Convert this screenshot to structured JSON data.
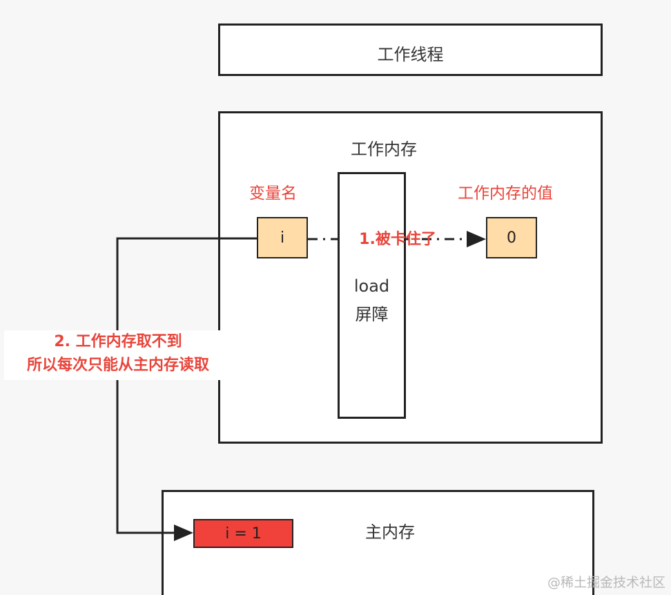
{
  "worker_thread": {
    "title": "工作线程"
  },
  "working_memory": {
    "title": "工作内存",
    "var_name_header": "变量名",
    "value_header": "工作内存的值",
    "variable": "i",
    "value": "0",
    "barrier_line1": "load",
    "barrier_line2": "屏障",
    "annotation_blocked": "1.被卡住了"
  },
  "main_memory": {
    "title": "主内存",
    "variable": "i = 1"
  },
  "annotation_fallback": {
    "line1": "2. 工作内存取不到",
    "line2": "所以每次只能从主内存读取"
  },
  "watermark": "@稀土掘金技术社区",
  "colors": {
    "accent_red": "#e8443a",
    "cell_fill": "#ffdca8",
    "main_cell_fill": "#f0413a",
    "border": "#222222"
  }
}
